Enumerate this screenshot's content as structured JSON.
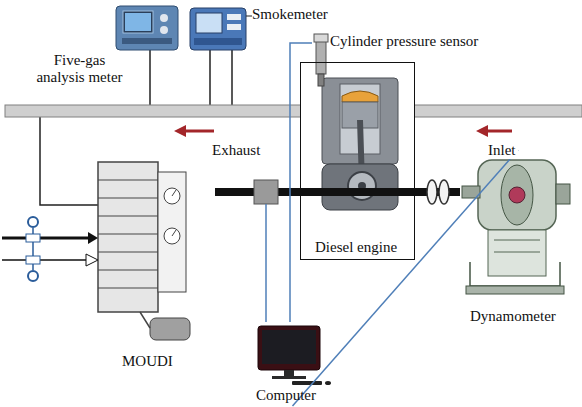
{
  "diagram": {
    "nodes": [
      {
        "text": [
          "Five-gas analysis meter"
        ]
      },
      {
        "text": [
          "Smokemeter"
        ]
      },
      {
        "text": [
          "Cylinder pressure sensor"
        ]
      },
      {
        "text": [
          "Diesel engine"
        ]
      },
      {
        "text": [
          "MOUDI"
        ]
      },
      {
        "text": [
          "Dynamometer"
        ]
      },
      {
        "text": [
          "Computer"
        ]
      }
    ],
    "edges": [
      {
        "from": 6,
        "to": 2,
        "arrow": "none"
      },
      {
        "from": 6,
        "to": 5,
        "arrow": "none"
      }
    ],
    "labels": [
      "Exhaust",
      "Inlet"
    ]
  }
}
